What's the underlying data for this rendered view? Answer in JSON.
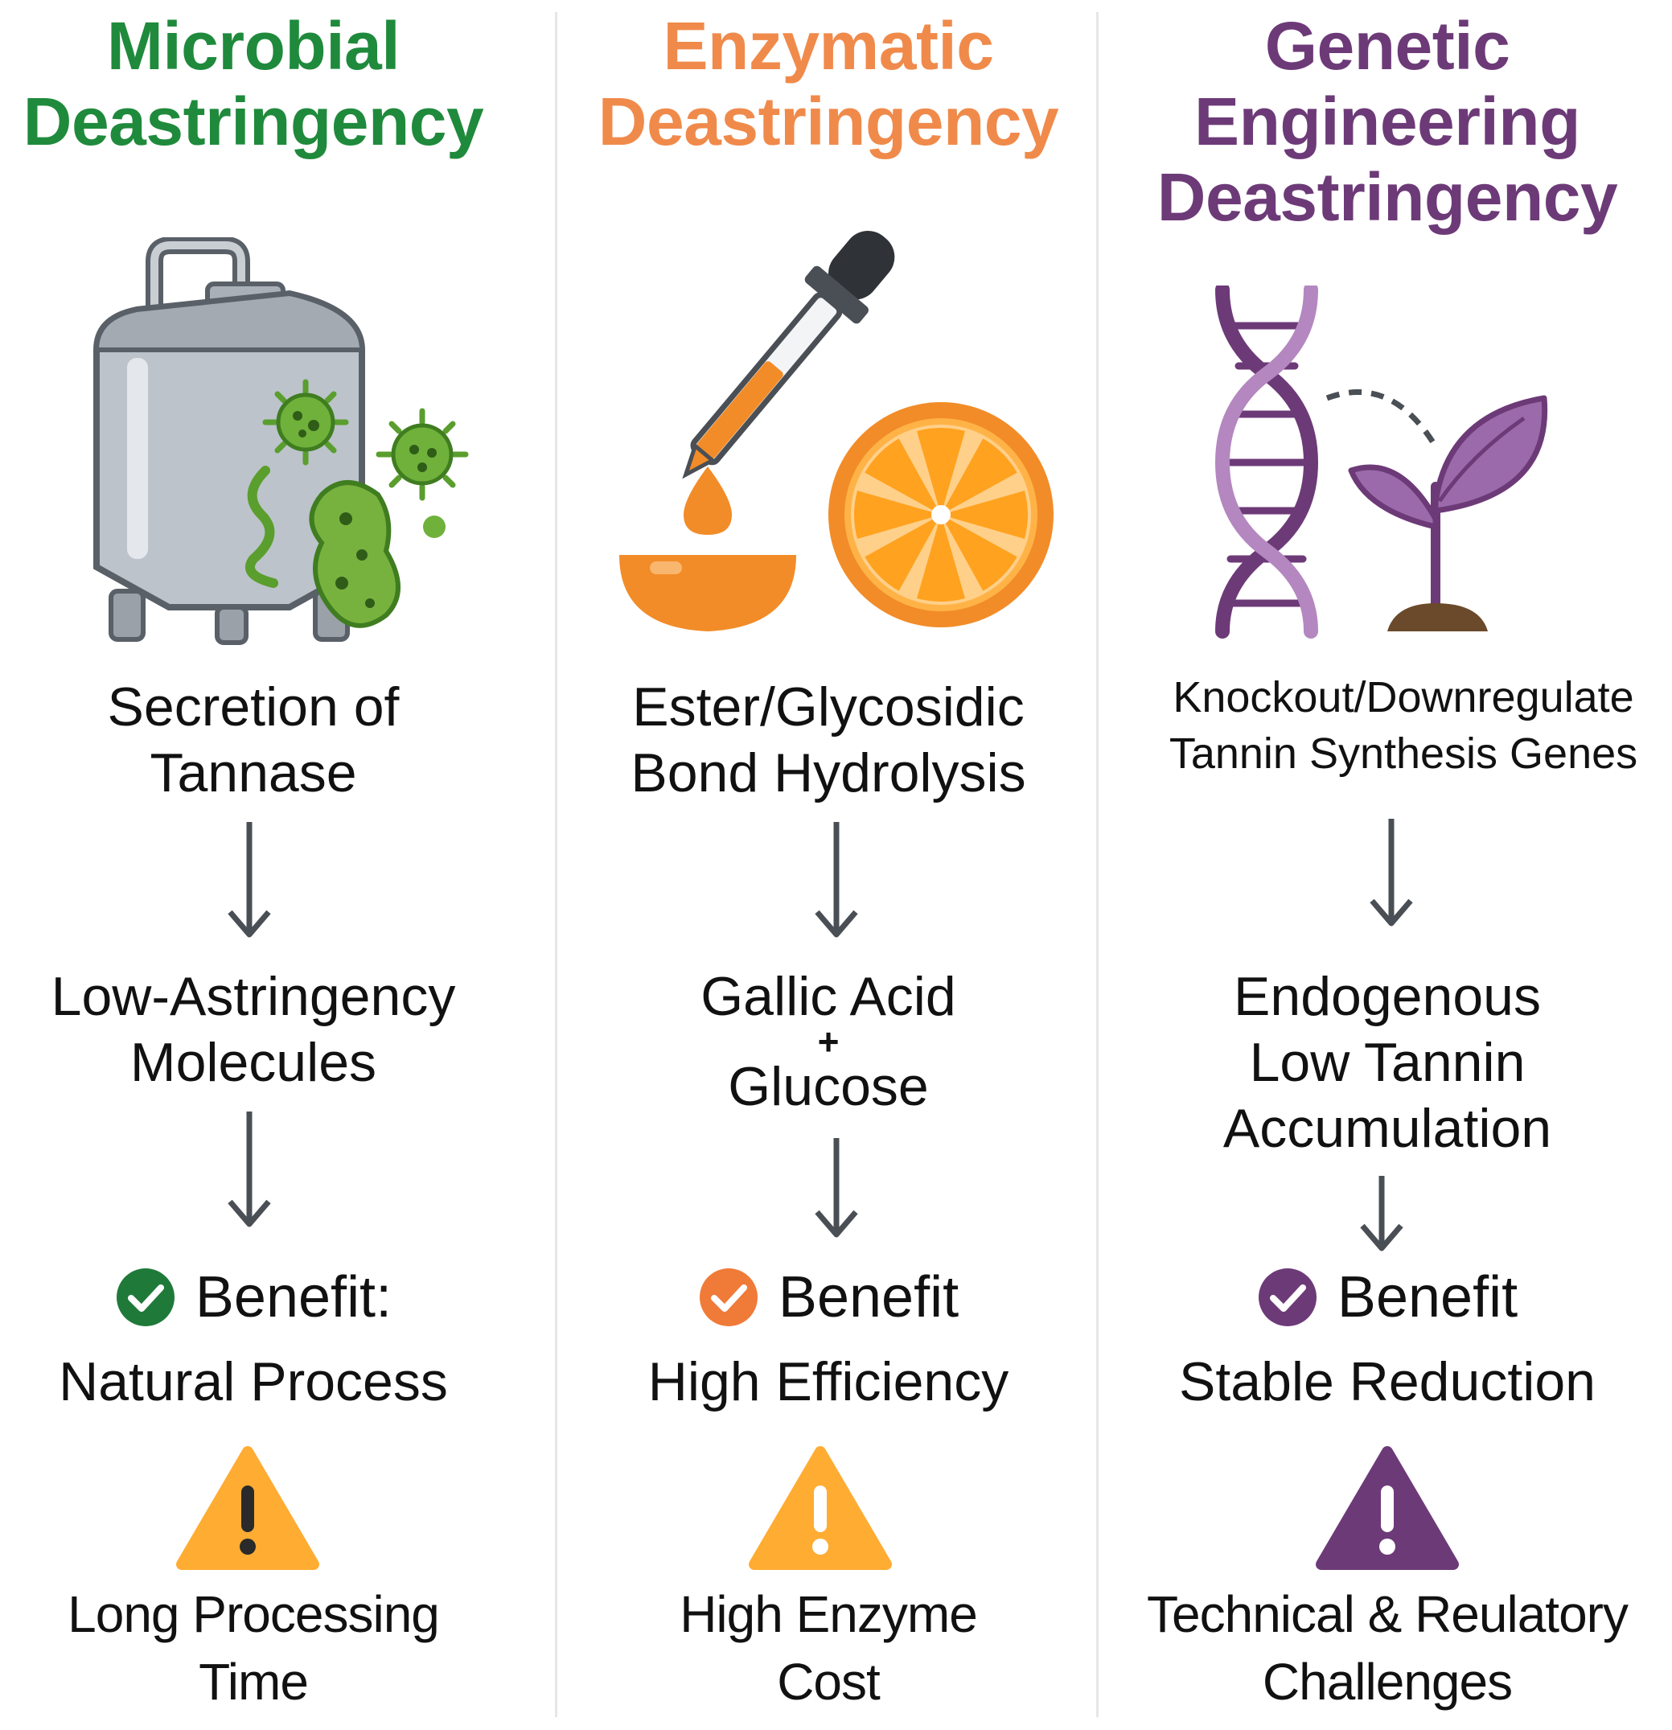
{
  "colors": {
    "microbial": "#1f8a3c",
    "enzymatic": "#f08a4b",
    "genetic": "#6d3a78",
    "arrow": "#4a4f55",
    "warning_orange": "#ffac33"
  },
  "microbial": {
    "title_line1": "Microbial",
    "title_line2": "Deastringency",
    "illustration_icon": "fermentation-tank-with-microbes-icon",
    "step1_line1": "Secretion of",
    "step1_line2": "Tannase",
    "step2_line1": "Low-Astringency",
    "step2_line2": "Molecules",
    "benefit_label": "Benefit:",
    "benefit_value": "Natural Process",
    "drawback_line1": "Long Processing",
    "drawback_line2": "Time"
  },
  "enzymatic": {
    "title_line1": "Enzymatic",
    "title_line2": "Deastringency",
    "illustration_icon": "dropper-bowl-orange-icon",
    "step1_line1": "Ester/Glycosidic",
    "step1_line2": "Bond Hydrolysis",
    "step2_line1": "Gallic Acid",
    "step2_plus": "+",
    "step2_line2": "Glucose",
    "benefit_label": "Benefit",
    "benefit_value": "High Efficiency",
    "drawback_line1": "High Enzyme",
    "drawback_line2": "Cost"
  },
  "genetic": {
    "title_line1": "Genetic",
    "title_line2": "Engineering",
    "title_line3": "Deastringency",
    "illustration_icon": "dna-helix-seedling-icon",
    "step1_line1": "Knockout/Downregulate",
    "step1_line2": "Tannin Synthesis Genes",
    "step2_line1": "Endogenous",
    "step2_line2": "Low Tannin",
    "step2_line3": "Accumulation",
    "benefit_label": "Benefit",
    "benefit_value": "Stable Reduction",
    "drawback_line1": "Technical & Reulatory",
    "drawback_line2": "Challenges"
  }
}
